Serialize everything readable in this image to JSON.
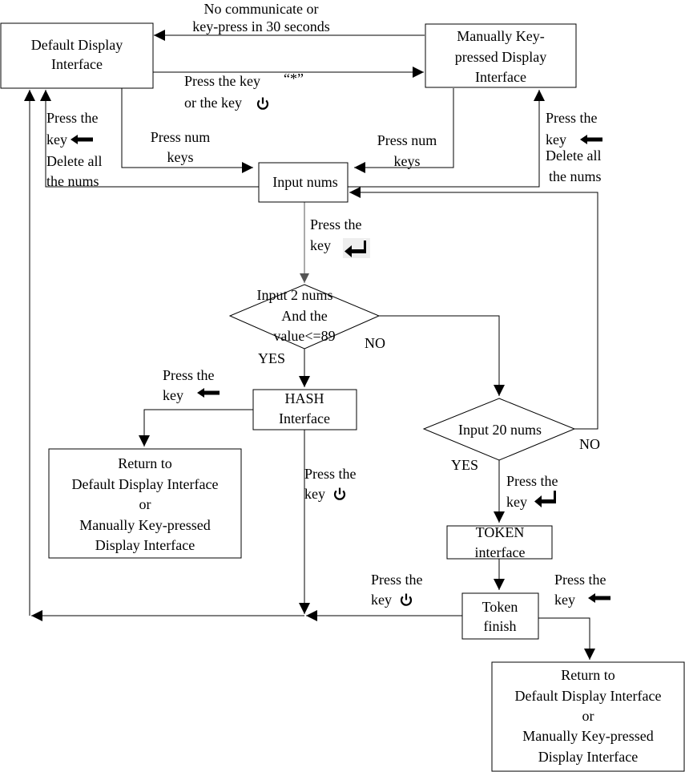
{
  "nodes": {
    "default_display": [
      "Default Display",
      "Interface"
    ],
    "manual_display": [
      "Manually Key-",
      "pressed Display",
      "Interface"
    ],
    "input_nums": "Input nums",
    "decision_2nums": [
      "Input 2 nums",
      "And the",
      "value<=89"
    ],
    "hash": [
      "HASH",
      "Interface"
    ],
    "return_left": [
      "Return to",
      "Default Display Interface",
      "or",
      "Manually Key-pressed",
      "Display Interface"
    ],
    "decision_20nums": "Input 20 nums",
    "token_interface": [
      "TOKEN",
      "interface"
    ],
    "token_finish": [
      "Token",
      "finish"
    ],
    "return_right": [
      "Return to",
      "Default Display Interface",
      "or",
      "Manually Key-pressed",
      "Display Interface"
    ]
  },
  "labels": {
    "timeout": [
      "No communicate or",
      "key-press in 30 seconds"
    ],
    "press_star": [
      "Press the key",
      "“*”",
      "or the key"
    ],
    "left_back": [
      "Press the",
      "key",
      "Delete all",
      "the nums"
    ],
    "press_num_left": [
      "Press num",
      "keys"
    ],
    "press_num_right": [
      "Press num",
      "keys"
    ],
    "right_back": [
      "Press the",
      "key",
      "Delete all",
      "the nums"
    ],
    "press_enter": [
      "Press the",
      "key"
    ],
    "no_1": "NO",
    "yes_1": "YES",
    "hash_back": [
      "Press the",
      "key"
    ],
    "hash_power": [
      "Press the",
      "key"
    ],
    "no_2": "NO",
    "yes_2": "YES",
    "press_enter_2": [
      "Press the",
      "key"
    ],
    "press_power_2": [
      "Press the",
      "key"
    ],
    "press_back_2": [
      "Press the",
      "key"
    ]
  },
  "icons": [
    "power-icon",
    "back-arrow-icon",
    "enter-icon"
  ]
}
